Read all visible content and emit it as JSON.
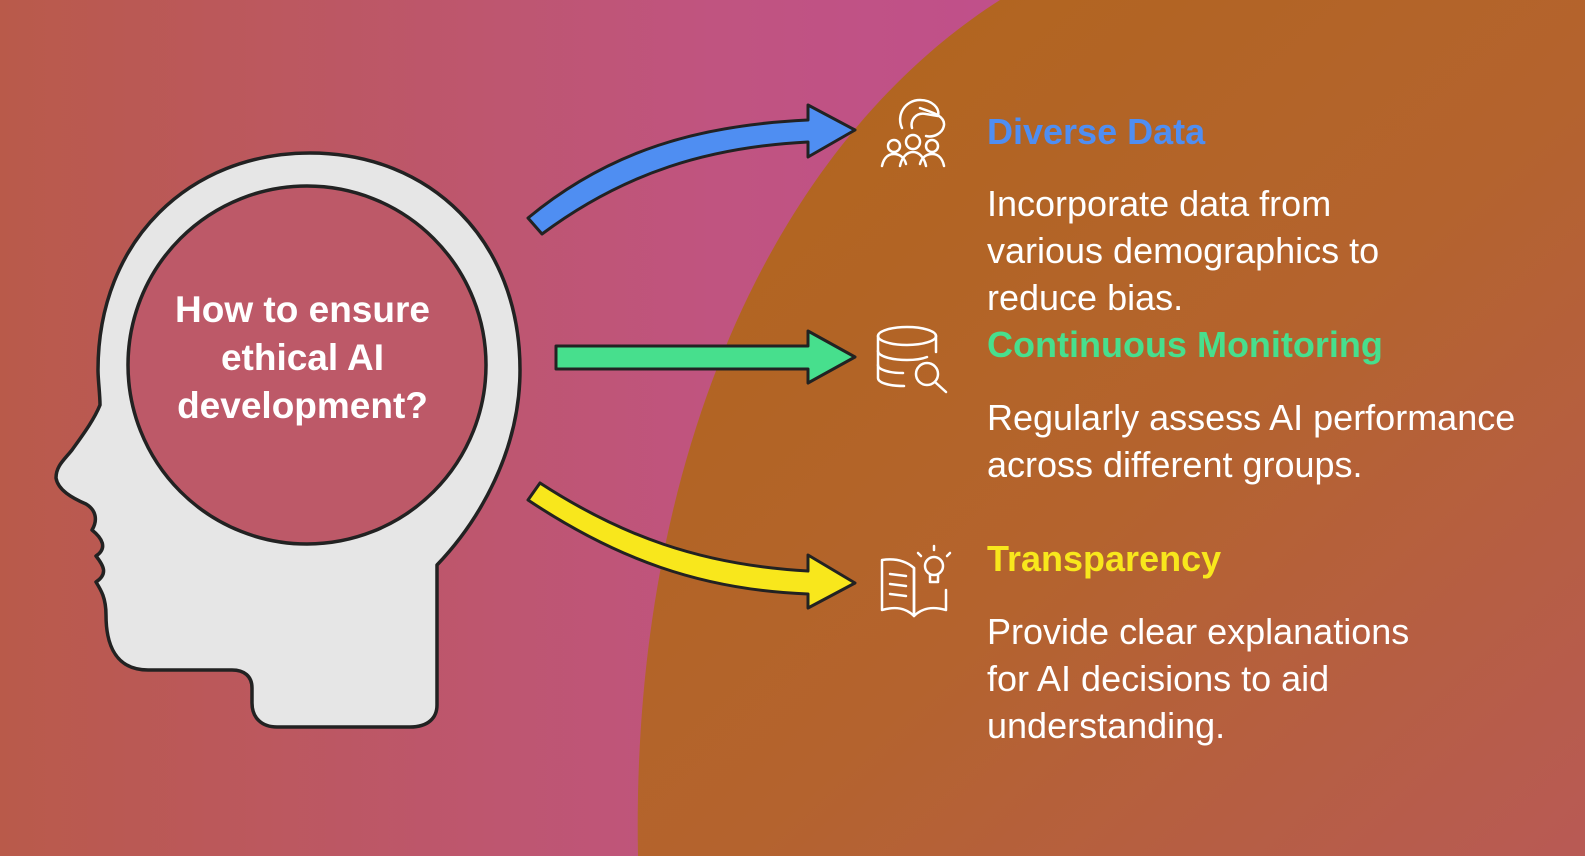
{
  "question": "How to ensure ethical AI development?",
  "colors": {
    "bg_left": "#b95a4a",
    "bg_mid": "#c05488",
    "blob": "#b1651e",
    "head_fill": "#e6e6e6",
    "head_stroke": "#222222",
    "accent_blue": "#4f8ef2",
    "accent_green": "#47df8d",
    "accent_yellow": "#f8e71c"
  },
  "items": [
    {
      "icon": "people-hand-icon",
      "title": "Diverse Data",
      "description": "Incorporate data from various demographics to reduce bias.",
      "color": "#4f8ef2"
    },
    {
      "icon": "database-search-icon",
      "title": "Continuous Monitoring",
      "description": "Regularly assess AI performance across different groups.",
      "color": "#47df8d"
    },
    {
      "icon": "book-lightbulb-icon",
      "title": "Transparency",
      "description": "Provide clear explanations for AI decisions to aid understanding.",
      "color": "#f8e71c"
    }
  ]
}
